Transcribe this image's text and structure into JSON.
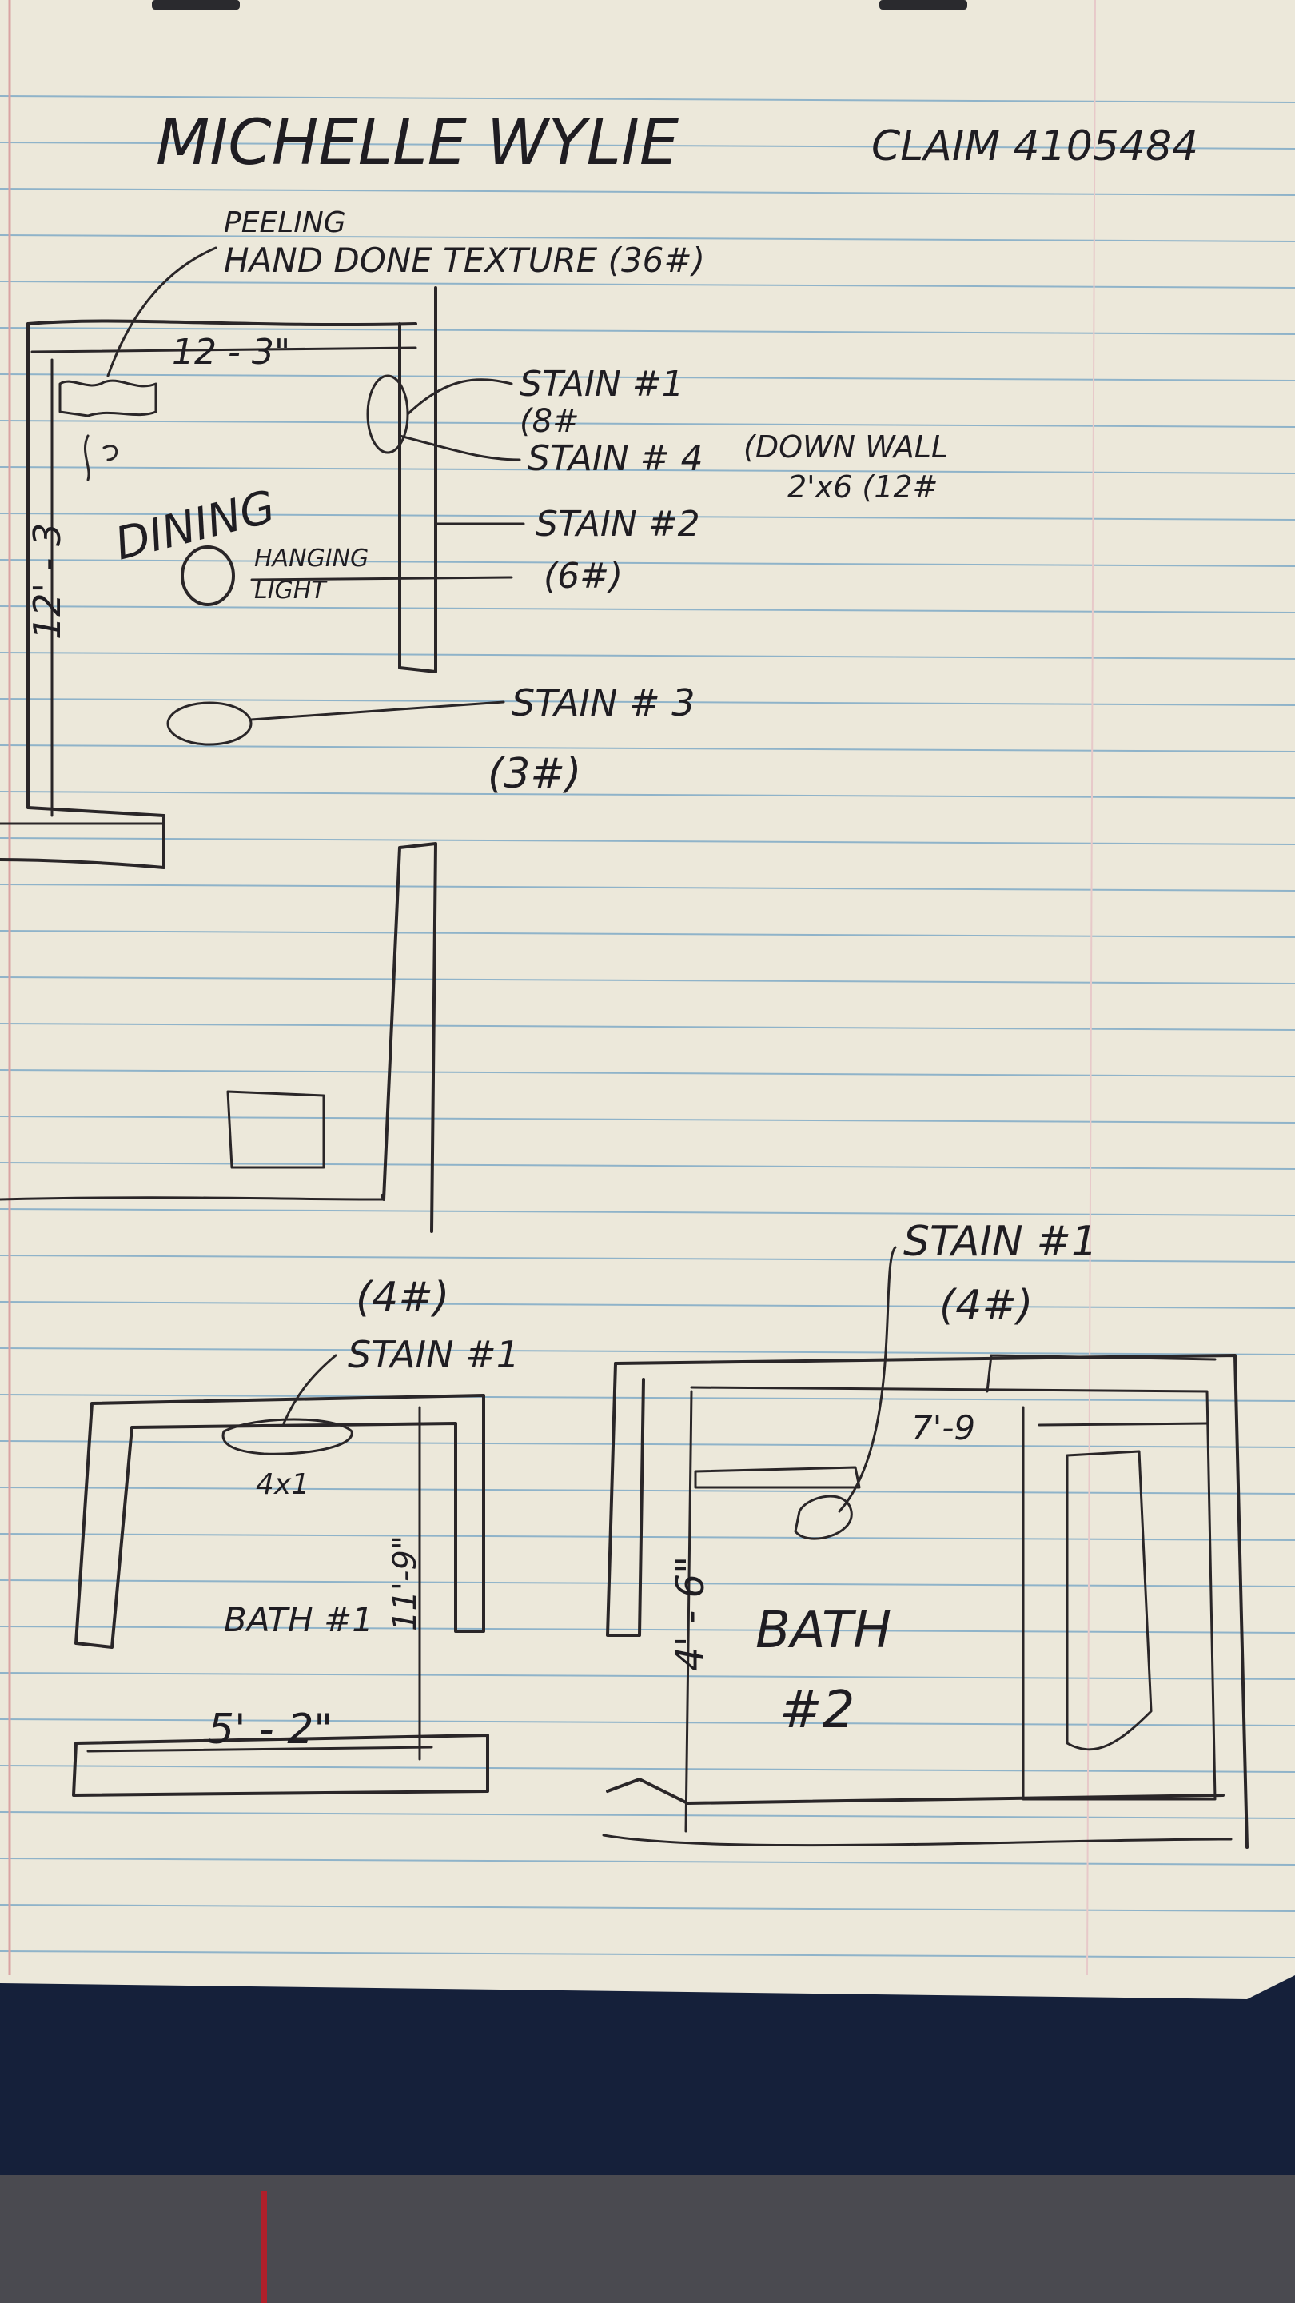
{
  "header": {
    "name": "MICHELLE WYLIE",
    "claim": "CLAIM 4105484"
  },
  "dining": {
    "texture_note_1": "PEELING",
    "texture_note_2": "HAND DONE TEXTURE (36#)",
    "width_dim": "12 - 3\"",
    "height_dim": "12' - 3",
    "room_label": "DINING",
    "light_label_1": "HANGING",
    "light_label_2": "LIGHT",
    "stain1_label": "STAIN #1",
    "stain1_size": "(8#",
    "stain4_label": "STAIN # 4",
    "stain4_note": "(DOWN WALL",
    "stain4_size": "2'x6 (12#",
    "stain2_label": "STAIN #2",
    "stain2_size": "(6#)",
    "stain3_label": "STAIN # 3",
    "stain3_size": "(3#)"
  },
  "bath1": {
    "stain_size": "(4#)",
    "stain_label": "STAIN #1",
    "stain_dim": "4x1",
    "room_label": "BATH #1",
    "height_dim": "11'-9\"",
    "width_dim": "5' - 2\""
  },
  "bath2": {
    "stain_label": "STAIN #1",
    "stain_size": "(4#)",
    "width_dim": "7'-9",
    "height_dim": "4' - 6\"",
    "room_label_1": "BATH",
    "room_label_2": "#2"
  },
  "colors": {
    "paper": "#ece8da",
    "rule_line": "#8fb3c9",
    "margin_line": "#d9a3a3",
    "ink": "#1f1d22",
    "clipboard": "#15203a"
  }
}
